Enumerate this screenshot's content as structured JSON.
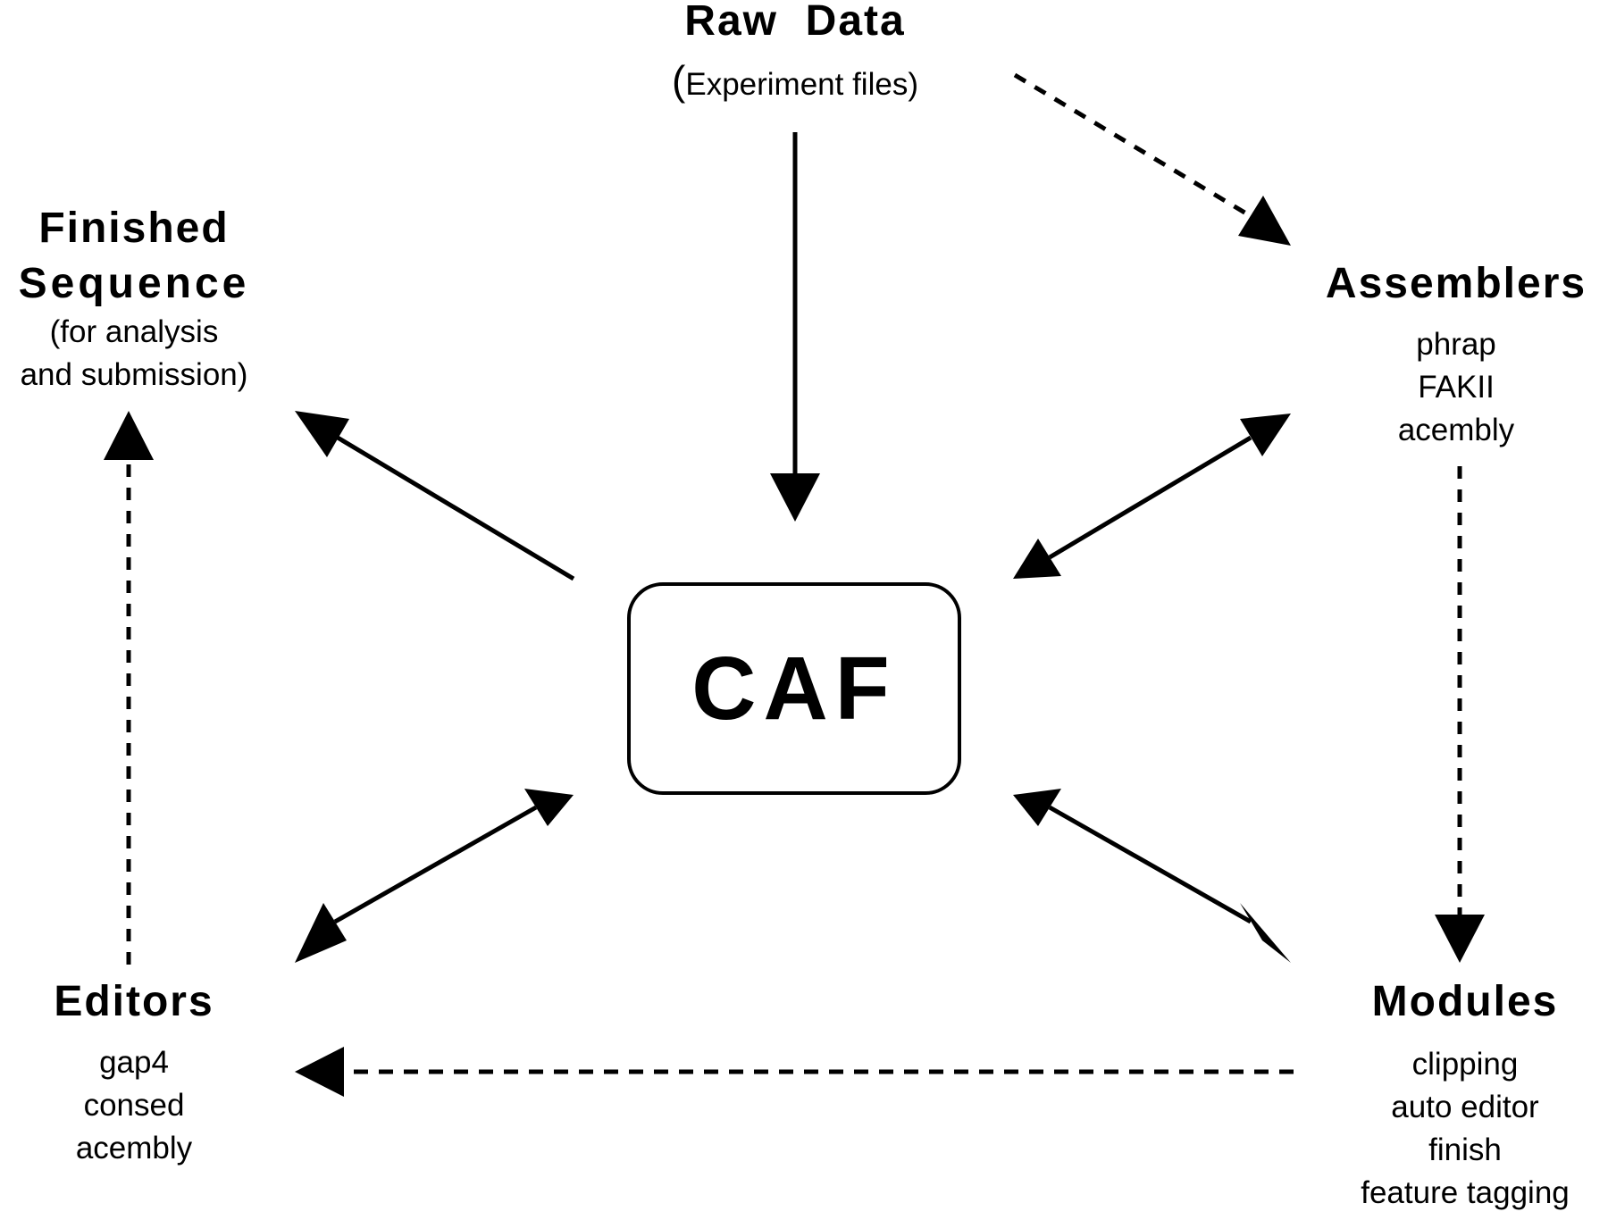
{
  "nodes": {
    "raw_data": {
      "title": "Raw  Data",
      "subtitle": "Experiment files"
    },
    "finished_sequence": {
      "title_line1": "Finished",
      "title_line2": "Sequence",
      "subtitle_line1": "(for analysis",
      "subtitle_line2": "and submission)"
    },
    "assemblers": {
      "title": "Assemblers",
      "items": [
        "phrap",
        "FAKII",
        "acembly"
      ]
    },
    "caf": {
      "label": "CAF"
    },
    "editors": {
      "title": "Editors",
      "items": [
        "gap4",
        "consed",
        "acembly"
      ]
    },
    "modules": {
      "title": "Modules",
      "items": [
        "clipping",
        "auto editor",
        "finish",
        "feature tagging"
      ]
    }
  },
  "edges": [
    {
      "from": "Raw Data",
      "to": "CAF",
      "style": "solid",
      "direction": "forward"
    },
    {
      "from": "Raw Data",
      "to": "Assemblers",
      "style": "dashed",
      "direction": "forward"
    },
    {
      "from": "CAF",
      "to": "Finished Sequence",
      "style": "solid",
      "direction": "forward"
    },
    {
      "from": "CAF",
      "to": "Assemblers",
      "style": "solid",
      "direction": "both"
    },
    {
      "from": "CAF",
      "to": "Editors",
      "style": "solid",
      "direction": "both"
    },
    {
      "from": "CAF",
      "to": "Modules",
      "style": "solid",
      "direction": "both"
    },
    {
      "from": "Assemblers",
      "to": "Modules",
      "style": "dashed",
      "direction": "forward"
    },
    {
      "from": "Modules",
      "to": "Editors",
      "style": "dashed",
      "direction": "forward"
    },
    {
      "from": "Editors",
      "to": "Finished Sequence",
      "style": "dashed",
      "direction": "forward"
    }
  ],
  "colors": {
    "ink": "#000000",
    "background": "#ffffff"
  }
}
